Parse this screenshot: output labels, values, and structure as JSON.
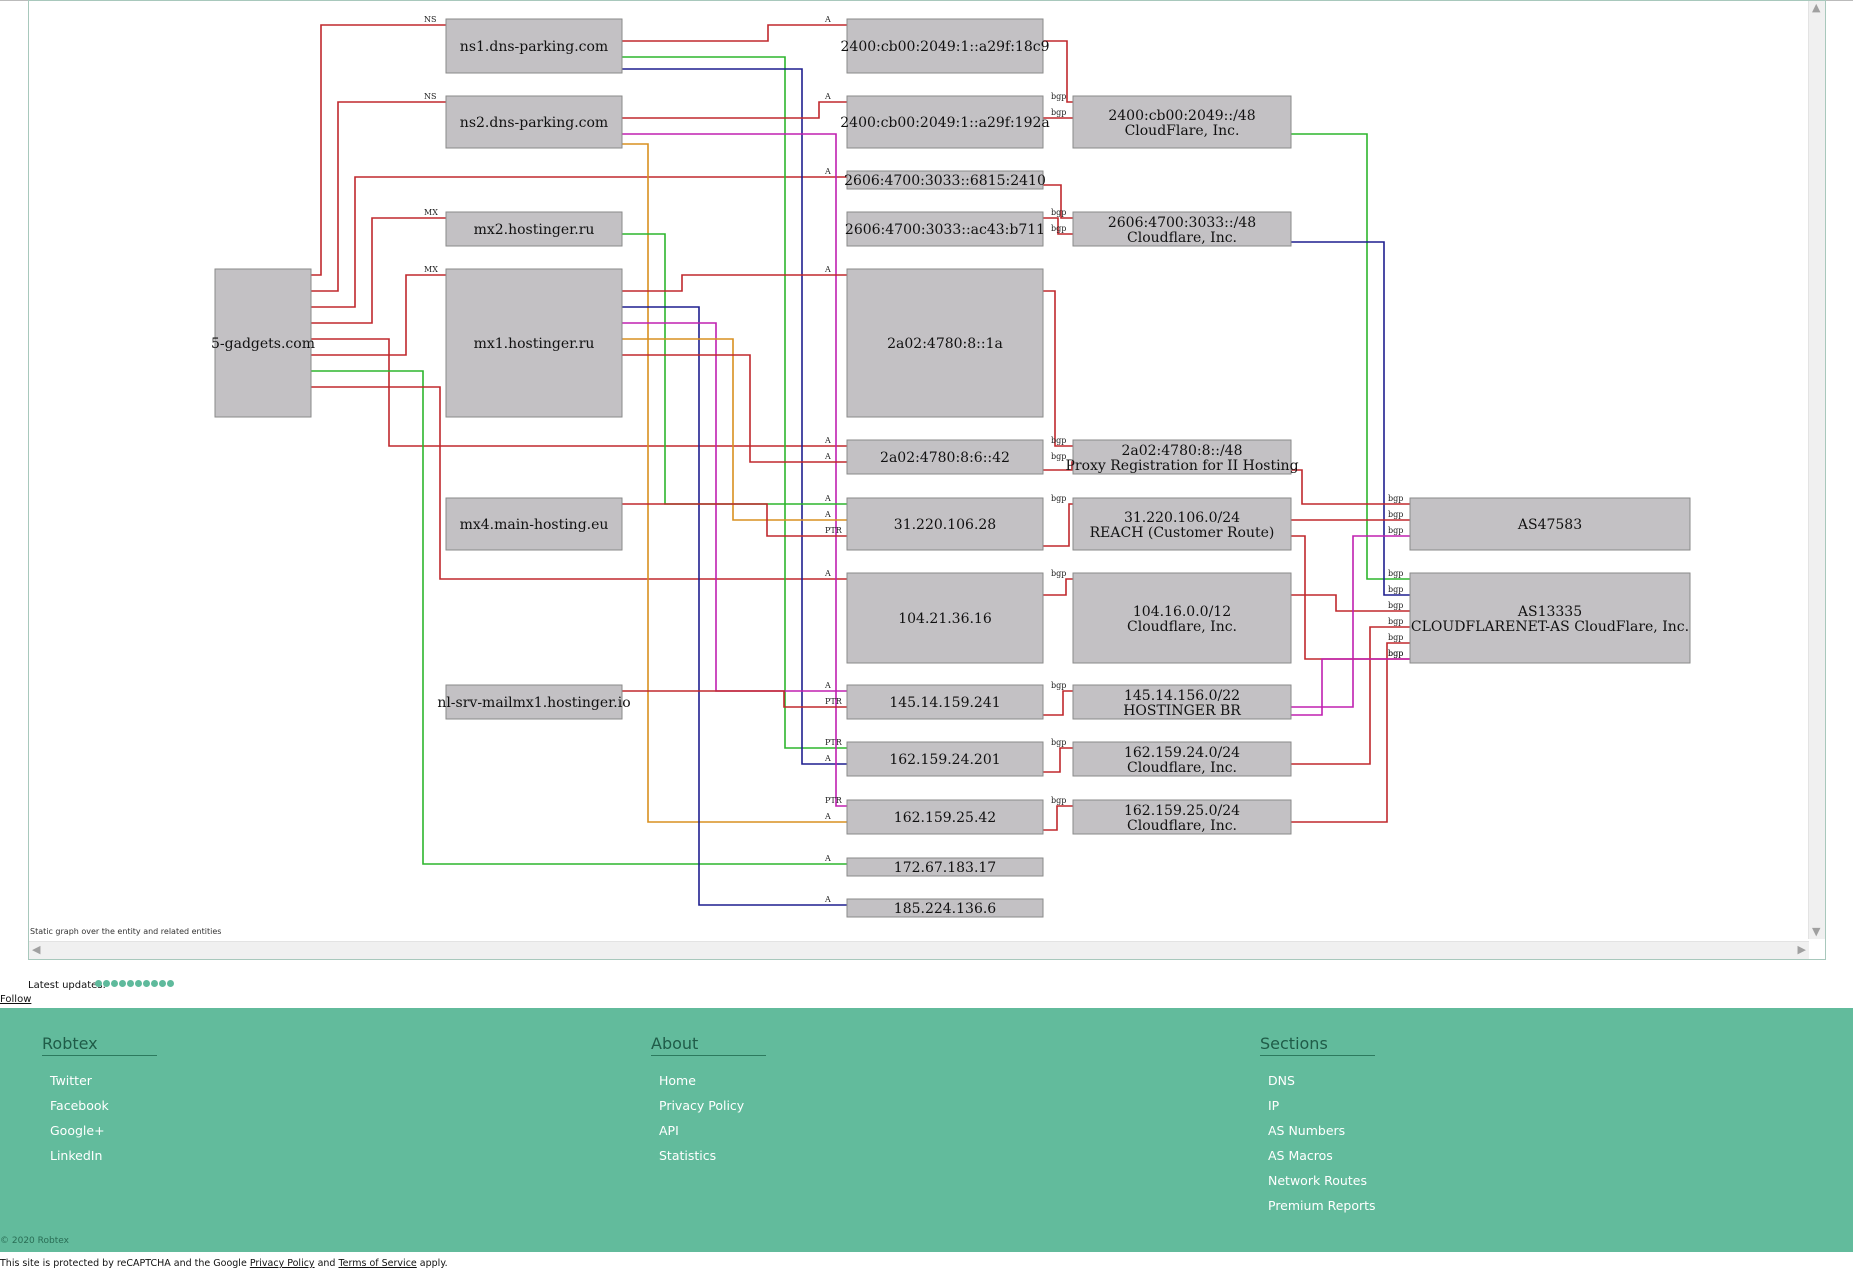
{
  "graph": {
    "caption": "Static graph over the entity and related entities",
    "nodes": [
      {
        "id": "gadgets",
        "label": "5-gadgets.com"
      },
      {
        "id": "ns1",
        "label": "ns1.dns-parking.com"
      },
      {
        "id": "ns2",
        "label": "ns2.dns-parking.com"
      },
      {
        "id": "mx2",
        "label": "mx2.hostinger.ru"
      },
      {
        "id": "mx1",
        "label": "mx1.hostinger.ru"
      },
      {
        "id": "mx4",
        "label": "mx4.main-hosting.eu"
      },
      {
        "id": "nlsrv",
        "label": "nl-srv-mailmx1.hostinger.io"
      },
      {
        "id": "ip1",
        "label": "2400:cb00:2049:1::a29f:18c9"
      },
      {
        "id": "ip2",
        "label": "2400:cb00:2049:1::a29f:192a"
      },
      {
        "id": "ip3",
        "label": "2606:4700:3033::6815:2410"
      },
      {
        "id": "ip4",
        "label": "2606:4700:3033::ac43:b711"
      },
      {
        "id": "ip5",
        "label": "2a02:4780:8::1a"
      },
      {
        "id": "ip6",
        "label": "2a02:4780:8:6::42"
      },
      {
        "id": "ip7",
        "label": "31.220.106.28"
      },
      {
        "id": "ip8",
        "label": "104.21.36.16"
      },
      {
        "id": "ip9",
        "label": "145.14.159.241"
      },
      {
        "id": "ip10",
        "label": "162.159.24.201"
      },
      {
        "id": "ip11",
        "label": "162.159.25.42"
      },
      {
        "id": "ip12",
        "label": "172.67.183.17"
      },
      {
        "id": "ip13",
        "label": "185.224.136.6"
      },
      {
        "id": "r1",
        "label": "2400:cb00:2049::/48",
        "sub": "CloudFlare, Inc."
      },
      {
        "id": "r2",
        "label": "2606:4700:3033::/48",
        "sub": "Cloudflare, Inc."
      },
      {
        "id": "r3",
        "label": "2a02:4780:8::/48",
        "sub": "Proxy Registration for II Hosting"
      },
      {
        "id": "r4",
        "label": "31.220.106.0/24",
        "sub": "REACH (Customer Route)"
      },
      {
        "id": "r5",
        "label": "104.16.0.0/12",
        "sub": "Cloudflare, Inc."
      },
      {
        "id": "r6",
        "label": "145.14.156.0/22",
        "sub": "HOSTINGER BR"
      },
      {
        "id": "r7",
        "label": "162.159.24.0/24",
        "sub": "Cloudflare, Inc."
      },
      {
        "id": "r8",
        "label": "162.159.25.0/24",
        "sub": "Cloudflare, Inc."
      },
      {
        "id": "as1",
        "label": "AS47583"
      },
      {
        "id": "as2",
        "label": "AS13335",
        "sub": "CLOUDFLARENET-AS CloudFlare, Inc."
      }
    ],
    "edges": [
      {
        "from": "gadgets",
        "to": "ns1",
        "label": "NS",
        "color": "#c0282d"
      },
      {
        "from": "gadgets",
        "to": "ns2",
        "label": "NS",
        "color": "#c0282d"
      },
      {
        "from": "gadgets",
        "to": "ip3",
        "label": "A",
        "color": "#c0282d"
      },
      {
        "from": "gadgets",
        "to": "mx2",
        "label": "MX",
        "color": "#c0282d"
      },
      {
        "from": "gadgets",
        "to": "ip6",
        "label": "A",
        "color": "#c0282d"
      },
      {
        "from": "gadgets",
        "to": "mx1",
        "label": "MX",
        "color": "#c0282d"
      },
      {
        "from": "gadgets",
        "to": "ip12",
        "label": "A",
        "color": "#2db52d"
      },
      {
        "from": "gadgets",
        "to": "ip8",
        "label": "A",
        "color": "#c0282d"
      },
      {
        "from": "ns1",
        "to": "ip1",
        "label": "A",
        "color": "#c0282d"
      },
      {
        "from": "ns1",
        "to": "ip10",
        "label": "PTR",
        "color": "#2db52d"
      },
      {
        "from": "ns1",
        "to": "ip10",
        "label": "A",
        "color": "#1f1f8f"
      },
      {
        "from": "ns2",
        "to": "ip2",
        "label": "A",
        "color": "#c0282d"
      },
      {
        "from": "ns2",
        "to": "ip11",
        "label": "PTR",
        "color": "#c020b0"
      },
      {
        "from": "ns2",
        "to": "ip11",
        "label": "A",
        "color": "#d99020"
      },
      {
        "from": "mx2",
        "to": "ip7",
        "label": "A",
        "color": "#2db52d"
      },
      {
        "from": "mx1",
        "to": "ip5",
        "label": "A",
        "color": "#c0282d"
      },
      {
        "from": "mx1",
        "to": "ip13",
        "label": "A",
        "color": "#1f1f8f"
      },
      {
        "from": "mx1",
        "to": "ip9",
        "label": "A",
        "color": "#c020b0"
      },
      {
        "from": "mx1",
        "to": "ip7",
        "label": "A",
        "color": "#d99020"
      },
      {
        "from": "mx1",
        "to": "ip6",
        "label": "A",
        "color": "#c0282d"
      },
      {
        "from": "mx4",
        "to": "ip7",
        "label": "PTR",
        "color": "#c0282d"
      },
      {
        "from": "nlsrv",
        "to": "ip9",
        "label": "PTR",
        "color": "#c0282d"
      },
      {
        "from": "ip1",
        "to": "r1",
        "label": "bgp",
        "color": "#c0282d"
      },
      {
        "from": "ip2",
        "to": "r1",
        "label": "bgp",
        "color": "#c0282d"
      },
      {
        "from": "ip3",
        "to": "r2",
        "label": "bgp",
        "color": "#c0282d"
      },
      {
        "from": "ip4",
        "to": "r2",
        "label": "bgp",
        "color": "#c0282d"
      },
      {
        "from": "ip5",
        "to": "r3",
        "label": "bgp",
        "color": "#c0282d"
      },
      {
        "from": "ip6",
        "to": "r3",
        "label": "bgp",
        "color": "#c0282d"
      },
      {
        "from": "ip7",
        "to": "r4",
        "label": "bgp",
        "color": "#c0282d"
      },
      {
        "from": "ip8",
        "to": "r5",
        "label": "bgp",
        "color": "#c0282d"
      },
      {
        "from": "ip9",
        "to": "r6",
        "label": "bgp",
        "color": "#c0282d"
      },
      {
        "from": "ip10",
        "to": "r7",
        "label": "bgp",
        "color": "#c0282d"
      },
      {
        "from": "ip11",
        "to": "r8",
        "label": "bgp",
        "color": "#c0282d"
      },
      {
        "from": "r1",
        "to": "as2",
        "label": "bgp",
        "color": "#2db52d"
      },
      {
        "from": "r2",
        "to": "as2",
        "label": "bgp",
        "color": "#1f1f8f"
      },
      {
        "from": "r3",
        "to": "as1",
        "label": "bgp",
        "color": "#c0282d"
      },
      {
        "from": "r4",
        "to": "as1",
        "label": "bgp",
        "color": "#c0282d"
      },
      {
        "from": "r5",
        "to": "as2",
        "label": "bgp",
        "color": "#c0282d"
      },
      {
        "from": "r6",
        "to": "as1",
        "label": "bgp",
        "color": "#c020b0"
      },
      {
        "from": "r7",
        "to": "as2",
        "label": "bgp",
        "color": "#c0282d"
      },
      {
        "from": "r8",
        "to": "as2",
        "label": "bgp",
        "color": "#c0282d"
      },
      {
        "from": "r4",
        "to": "as2",
        "label": "bgp",
        "color": "#c0282d"
      },
      {
        "from": "r6",
        "to": "as2",
        "label": "bgp",
        "color": "#c020b0"
      }
    ]
  },
  "updates": {
    "label": "Latest updates:",
    "dot_count": 10
  },
  "follow": "Follow",
  "footer": {
    "columns": [
      {
        "title": "Robtex",
        "links": [
          "Twitter",
          "Facebook",
          "Google+",
          "LinkedIn"
        ]
      },
      {
        "title": "About",
        "links": [
          "Home",
          "Privacy Policy",
          "API",
          "Statistics"
        ]
      },
      {
        "title": "Sections",
        "links": [
          "DNS",
          "IP",
          "AS Numbers",
          "AS Macros",
          "Network Routes",
          "Premium Reports"
        ]
      }
    ],
    "copyright": "© 2020 Robtex"
  },
  "recaptcha": {
    "prefix": "This site is protected by reCAPTCHA and the Google ",
    "privacy": "Privacy Policy",
    "and": " and ",
    "terms": "Terms of Service",
    "suffix": " apply."
  },
  "colors": {
    "footer_bg": "#62bb9c",
    "node_fill": "#c3c1c4",
    "edge_red": "#c0282d",
    "edge_green": "#2db52d",
    "edge_navy": "#1f1f8f",
    "edge_magenta": "#c020b0",
    "edge_orange": "#d99020"
  }
}
